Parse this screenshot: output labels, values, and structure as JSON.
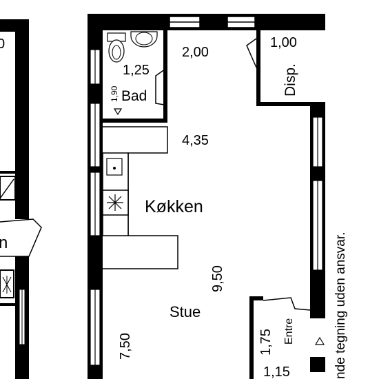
{
  "rooms": {
    "bad": {
      "name": "Bad",
      "area": "1,25",
      "dim": "1,90"
    },
    "hall": {
      "area": "2,00"
    },
    "disp": {
      "name": "Disp.",
      "area": "1,00"
    },
    "kitchen": {
      "name": "Køkken",
      "area": "4,35"
    },
    "stue": {
      "name": "Stue",
      "area": "9,50",
      "dim": "7,50"
    },
    "entre": {
      "name": "Entre",
      "area": "1,75",
      "dim": "1,15"
    }
  },
  "left_unit": {
    "partial_label": "n"
  },
  "disclaimer": "nde tegning uden ansvar."
}
